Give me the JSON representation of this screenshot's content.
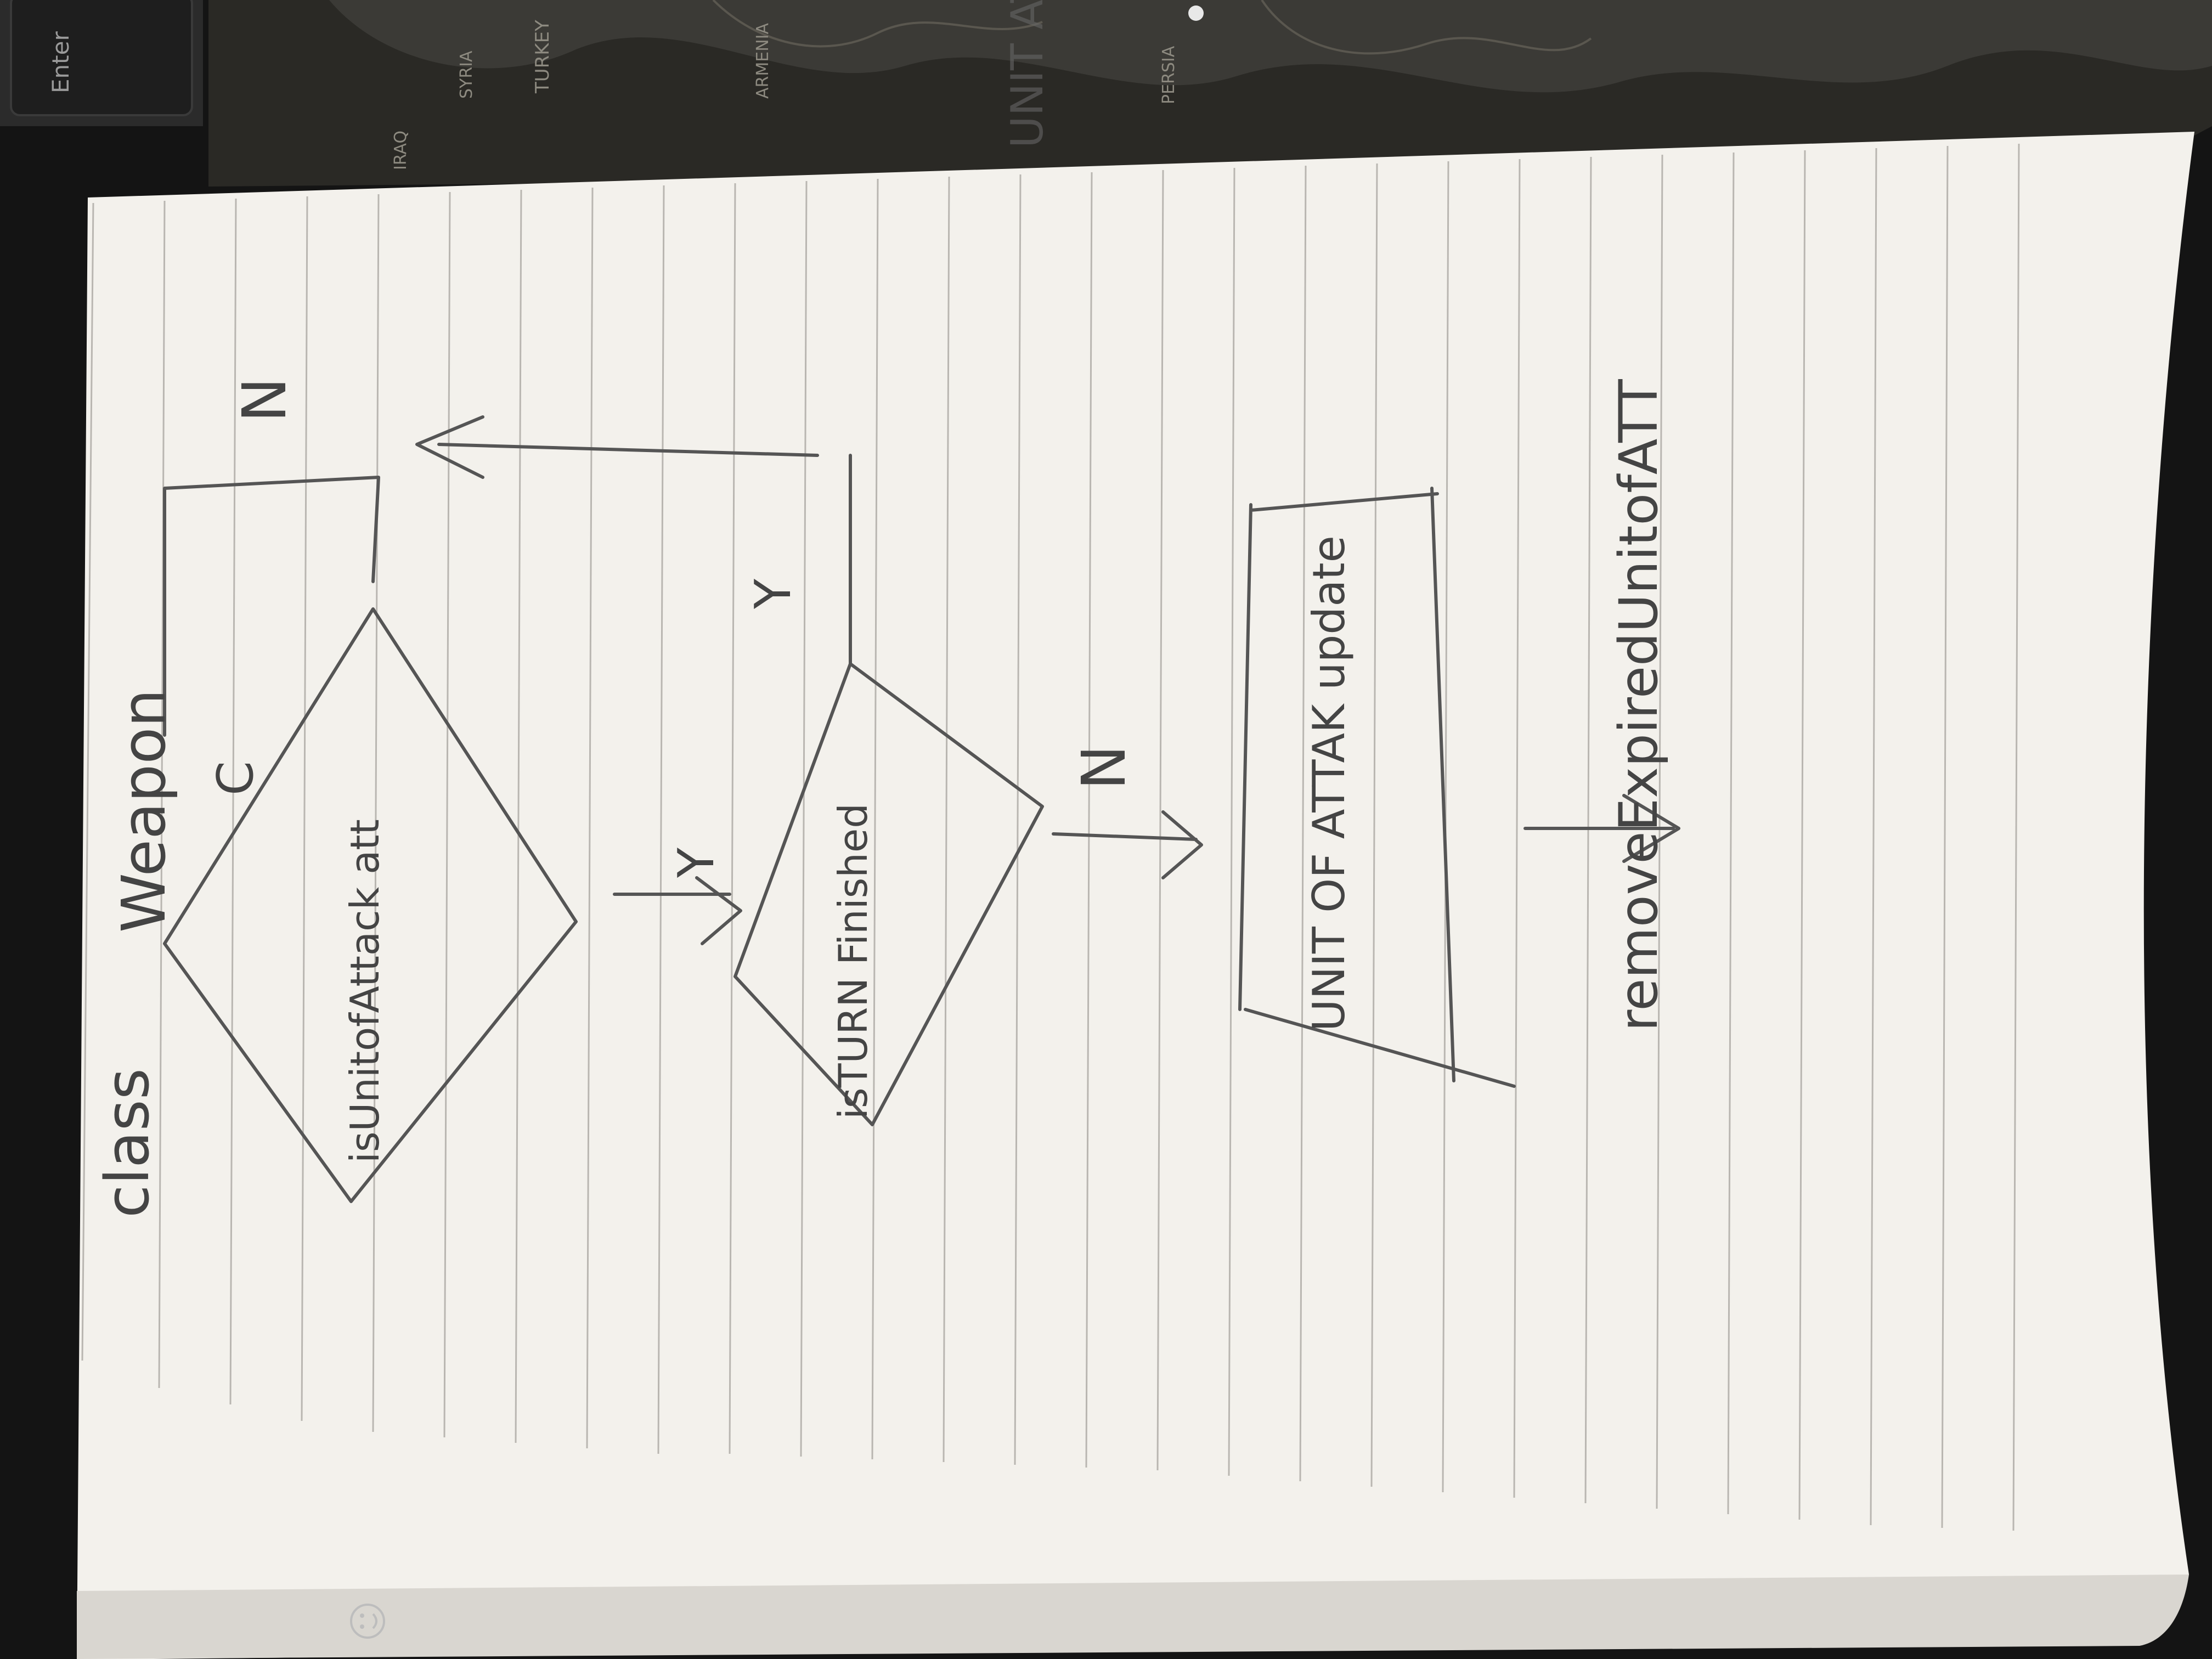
{
  "keyboard": {
    "key_label": "Enter"
  },
  "map_fragments": [
    "IRAQ",
    "SYRIA",
    "TURKEY",
    "ARMENIA",
    "PERSIA"
  ],
  "header_fragment": "UNIT ATTACK",
  "diagram": {
    "title_words": [
      "class",
      "Weapon"
    ],
    "decision_1": "isUnitofAttack att",
    "decision_2": "isTURN Finished",
    "process_1": "UNIT OF ATTAK update",
    "process_2": "removeExpiredUnitofATT",
    "edge_labels": {
      "d1_no": "N",
      "d1_loop": "C",
      "d1_yes": "Y",
      "d2_yes": "Y",
      "d2_no": "N"
    }
  },
  "colors": {
    "paper": "#f3f1ec",
    "rule_line": "#b9b6b1",
    "ink": "#555555",
    "background": "#141414",
    "map": "#3b3a36"
  }
}
